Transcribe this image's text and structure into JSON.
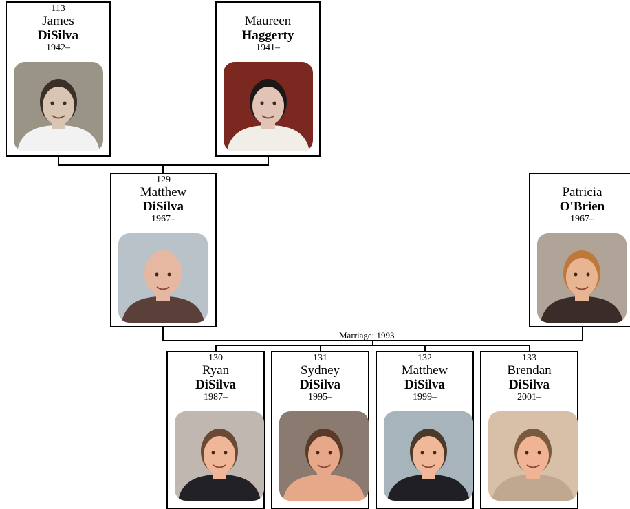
{
  "people": [
    {
      "id": "113",
      "first": "James",
      "last": "DiSilva",
      "years": "1942–",
      "skin": "#d8c6b2",
      "hair": "#3a3028",
      "bg": "#9a9486",
      "shirt": "#f2f2f2"
    },
    {
      "id": "",
      "first": "Maureen",
      "last": "Haggerty",
      "years": "1941–",
      "skin": "#e2c4b6",
      "hair": "#1c1818",
      "bg": "#7a2820",
      "shirt": "#f1eee8"
    },
    {
      "id": "129",
      "first": "Matthew",
      "last": "DiSilva",
      "years": "1967–",
      "skin": "#e6b8a2",
      "hair": "#e6b8a2",
      "bg": "#b8c2c8",
      "shirt": "#5a4038"
    },
    {
      "id": "",
      "first": "Patricia",
      "last": "O'Brien",
      "years": "1967–",
      "skin": "#e8b492",
      "hair": "#c07838",
      "bg": "#b0a498",
      "shirt": "#3a2c28"
    },
    {
      "id": "130",
      "first": "Ryan",
      "last": "DiSilva",
      "years": "1987–",
      "skin": "#f0b698",
      "hair": "#6a4a34",
      "bg": "#c0b8b0",
      "shirt": "#222226"
    },
    {
      "id": "131",
      "first": "Sydney",
      "last": "DiSilva",
      "years": "1995–",
      "skin": "#e6a888",
      "hair": "#5a3a28",
      "bg": "#8a7a70",
      "shirt": "#e6a888"
    },
    {
      "id": "132",
      "first": "Matthew",
      "last": "DiSilva",
      "years": "1999–",
      "skin": "#f0b898",
      "hair": "#4a3a2c",
      "bg": "#a8b4bc",
      "shirt": "#202024"
    },
    {
      "id": "133",
      "first": "Brendan",
      "last": "DiSilva",
      "years": "2001–",
      "skin": "#f0b494",
      "hair": "#7a5a3c",
      "bg": "#d8c0a8",
      "shirt": "#c0a890"
    }
  ],
  "marriage_label": "Marriage: 1993"
}
